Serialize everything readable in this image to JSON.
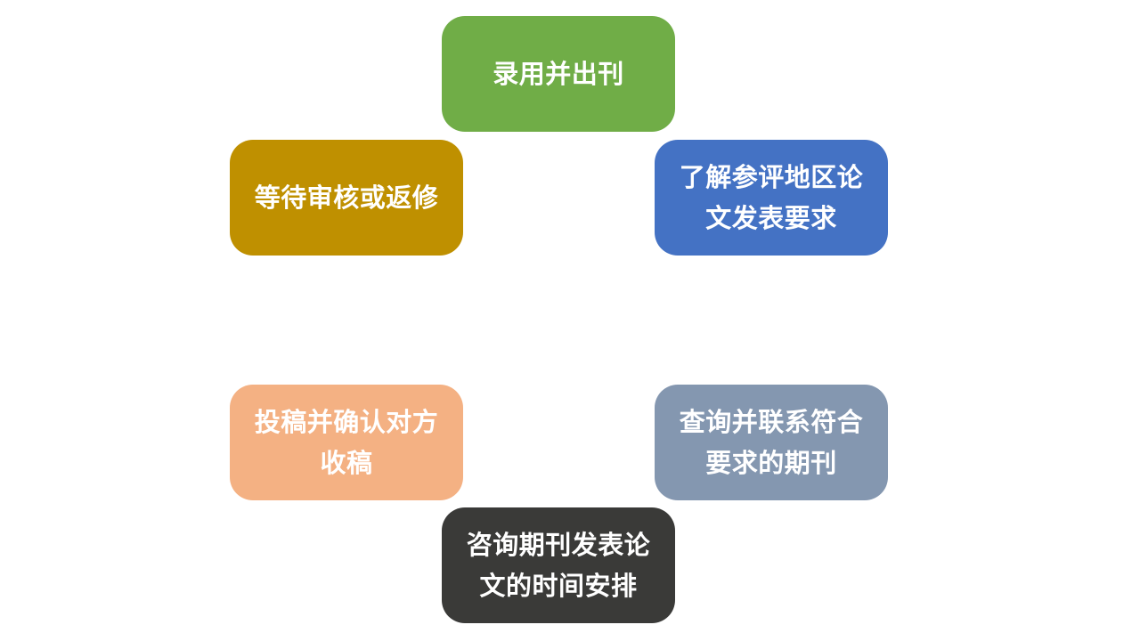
{
  "nodes": [
    {
      "label": "录用并出刊",
      "color": "#70ad47"
    },
    {
      "label": "了解参评地区论文发表要求",
      "color": "#4472c4"
    },
    {
      "label": "查询并联系符合要求的期刊",
      "color": "#8497b0"
    },
    {
      "label": "咨询期刊发表论文的时间安排",
      "color": "#3a3a38"
    },
    {
      "label": "投稿并确认对方收稿",
      "color": "#f4b183"
    },
    {
      "label": "等待审核或返修",
      "color": "#bf9000"
    }
  ]
}
